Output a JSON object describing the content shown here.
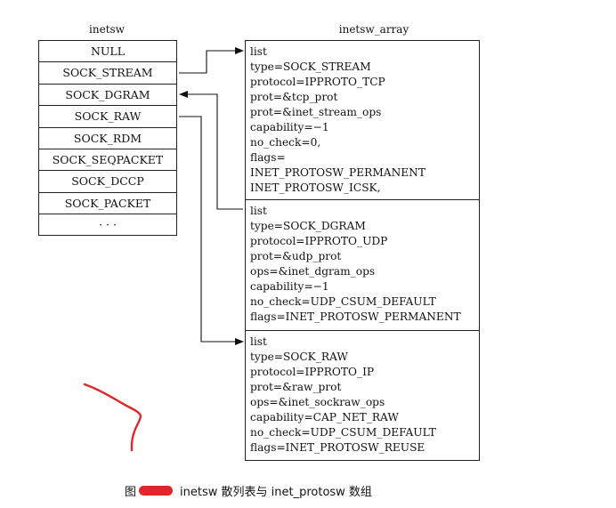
{
  "diagram": {
    "left_title": "inetsw",
    "right_title": "inetsw_array",
    "inetsw_cells": [
      "NULL",
      "SOCK_STREAM",
      "SOCK_DGRAM",
      "SOCK_RAW",
      "SOCK_RDM",
      "SOCK_SEQPACKET",
      "SOCK_DCCP",
      "SOCK_PACKET",
      "· · ·"
    ],
    "entries": [
      {
        "lines": [
          "list",
          "type=SOCK_STREAM",
          "protocol=IPPROTO_TCP",
          "prot=&tcp_prot",
          "prot=&inet_stream_ops",
          "capability=−1",
          "no_check=0,",
          "flags=",
          "INET_PROTOSW_PERMANENT",
          "INET_PROTOSW_ICSK,"
        ]
      },
      {
        "lines": [
          "list",
          "type=SOCK_DGRAM",
          "protocol=IPPROTO_UDP",
          "prot=&udp_prot",
          "ops=&inet_dgram_ops",
          "capability=−1",
          "no_check=UDP_CSUM_DEFAULT",
          "flags=INET_PROTOSW_PERMANENT"
        ]
      },
      {
        "lines": [
          "list",
          "type=SOCK_RAW",
          "protocol=IPPROTO_IP",
          "prot=&raw_prot",
          "ops=&inet_sockraw_ops",
          "capability=CAP_NET_RAW",
          "no_check=UDP_CSUM_DEFAULT",
          "flags=INET_PROTOSW_REUSE"
        ]
      }
    ]
  },
  "caption": {
    "prefix": "图",
    "text": "inetsw 散列表与 inet_protosw 数组"
  },
  "colors": {
    "ink": "#111111",
    "red_mark": "#e0262b"
  }
}
